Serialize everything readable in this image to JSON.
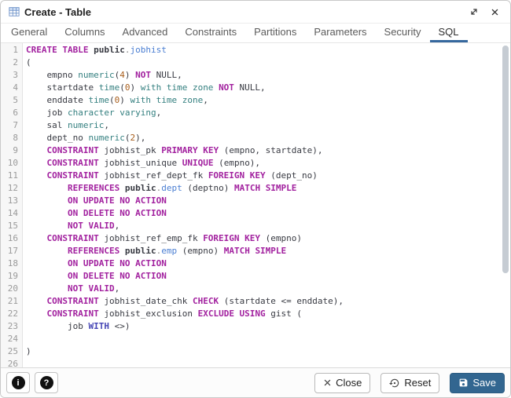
{
  "window": {
    "title": "Create - Table",
    "controls": {
      "maximize": "expand",
      "close": "x"
    }
  },
  "tabs": {
    "items": [
      "General",
      "Columns",
      "Advanced",
      "Constraints",
      "Partitions",
      "Parameters",
      "Security",
      "SQL"
    ],
    "active": "SQL"
  },
  "editor": {
    "language": "sql",
    "line_count": 26,
    "lines": [
      [
        [
          "k",
          "CREATE TABLE"
        ],
        [
          "p",
          " "
        ],
        [
          "b",
          "public"
        ],
        [
          "g",
          "."
        ],
        [
          "v",
          "jobhist"
        ]
      ],
      [
        [
          "p",
          "("
        ]
      ],
      [
        [
          "p",
          "    empno "
        ],
        [
          "t",
          "numeric"
        ],
        [
          "p",
          "("
        ],
        [
          "n",
          "4"
        ],
        [
          "p",
          ") "
        ],
        [
          "k",
          "NOT"
        ],
        [
          "p",
          " NULL,"
        ]
      ],
      [
        [
          "p",
          "    startdate "
        ],
        [
          "t",
          "time"
        ],
        [
          "p",
          "("
        ],
        [
          "n",
          "0"
        ],
        [
          "p",
          ") "
        ],
        [
          "t",
          "with time zone"
        ],
        [
          "p",
          " "
        ],
        [
          "k",
          "NOT"
        ],
        [
          "p",
          " NULL,"
        ]
      ],
      [
        [
          "p",
          "    enddate "
        ],
        [
          "t",
          "time"
        ],
        [
          "p",
          "("
        ],
        [
          "n",
          "0"
        ],
        [
          "p",
          ") "
        ],
        [
          "t",
          "with time zone"
        ],
        [
          "p",
          ","
        ]
      ],
      [
        [
          "p",
          "    job "
        ],
        [
          "t",
          "character varying"
        ],
        [
          "p",
          ","
        ]
      ],
      [
        [
          "p",
          "    sal "
        ],
        [
          "t",
          "numeric"
        ],
        [
          "p",
          ","
        ]
      ],
      [
        [
          "p",
          "    dept_no "
        ],
        [
          "t",
          "numeric"
        ],
        [
          "p",
          "("
        ],
        [
          "n",
          "2"
        ],
        [
          "p",
          "),"
        ]
      ],
      [
        [
          "p",
          "    "
        ],
        [
          "k",
          "CONSTRAINT"
        ],
        [
          "p",
          " jobhist_pk "
        ],
        [
          "k",
          "PRIMARY KEY"
        ],
        [
          "p",
          " (empno, startdate),"
        ]
      ],
      [
        [
          "p",
          "    "
        ],
        [
          "k",
          "CONSTRAINT"
        ],
        [
          "p",
          " jobhist_unique "
        ],
        [
          "k",
          "UNIQUE"
        ],
        [
          "p",
          " (empno),"
        ]
      ],
      [
        [
          "p",
          "    "
        ],
        [
          "k",
          "CONSTRAINT"
        ],
        [
          "p",
          " jobhist_ref_dept_fk "
        ],
        [
          "k",
          "FOREIGN KEY"
        ],
        [
          "p",
          " (dept_no)"
        ]
      ],
      [
        [
          "p",
          "        "
        ],
        [
          "k",
          "REFERENCES"
        ],
        [
          "p",
          " "
        ],
        [
          "b",
          "public"
        ],
        [
          "g",
          "."
        ],
        [
          "v",
          "dept"
        ],
        [
          "p",
          " (deptno) "
        ],
        [
          "k",
          "MATCH SIMPLE"
        ]
      ],
      [
        [
          "p",
          "        "
        ],
        [
          "k",
          "ON UPDATE NO ACTION"
        ]
      ],
      [
        [
          "p",
          "        "
        ],
        [
          "k",
          "ON DELETE NO ACTION"
        ]
      ],
      [
        [
          "p",
          "        "
        ],
        [
          "k",
          "NOT VALID"
        ],
        [
          "p",
          ","
        ]
      ],
      [
        [
          "p",
          "    "
        ],
        [
          "k",
          "CONSTRAINT"
        ],
        [
          "p",
          " jobhist_ref_emp_fk "
        ],
        [
          "k",
          "FOREIGN KEY"
        ],
        [
          "p",
          " (empno)"
        ]
      ],
      [
        [
          "p",
          "        "
        ],
        [
          "k",
          "REFERENCES"
        ],
        [
          "p",
          " "
        ],
        [
          "b",
          "public"
        ],
        [
          "g",
          "."
        ],
        [
          "v",
          "emp"
        ],
        [
          "p",
          " (empno) "
        ],
        [
          "k",
          "MATCH SIMPLE"
        ]
      ],
      [
        [
          "p",
          "        "
        ],
        [
          "k",
          "ON UPDATE NO ACTION"
        ]
      ],
      [
        [
          "p",
          "        "
        ],
        [
          "k",
          "ON DELETE NO ACTION"
        ]
      ],
      [
        [
          "p",
          "        "
        ],
        [
          "k",
          "NOT VALID"
        ],
        [
          "p",
          ","
        ]
      ],
      [
        [
          "p",
          "    "
        ],
        [
          "k",
          "CONSTRAINT"
        ],
        [
          "p",
          " jobhist_date_chk "
        ],
        [
          "k",
          "CHECK"
        ],
        [
          "p",
          " (startdate <= enddate),"
        ]
      ],
      [
        [
          "p",
          "    "
        ],
        [
          "k",
          "CONSTRAINT"
        ],
        [
          "p",
          " jobhist_exclusion "
        ],
        [
          "k",
          "EXCLUDE USING"
        ],
        [
          "p",
          " gist ("
        ]
      ],
      [
        [
          "p",
          "        job "
        ],
        [
          "w",
          "WITH"
        ],
        [
          "p",
          " <>)"
        ]
      ],
      [],
      [
        [
          "p",
          ")"
        ]
      ],
      []
    ]
  },
  "footer": {
    "info_glyph": "i",
    "help_glyph": "?",
    "close_label": "Close",
    "reset_label": "Reset",
    "save_label": "Save"
  },
  "colors": {
    "accent": "#326690",
    "tab_underline": "#36689e",
    "keyword": "#a2219f",
    "type": "#337f7f",
    "number": "#a85e1c",
    "reference": "#4a7ed2",
    "with_keyword": "#4545b5",
    "text": "#383a42",
    "gutter_bg": "#f7f7f7",
    "line_number": "#9a9a9a"
  }
}
